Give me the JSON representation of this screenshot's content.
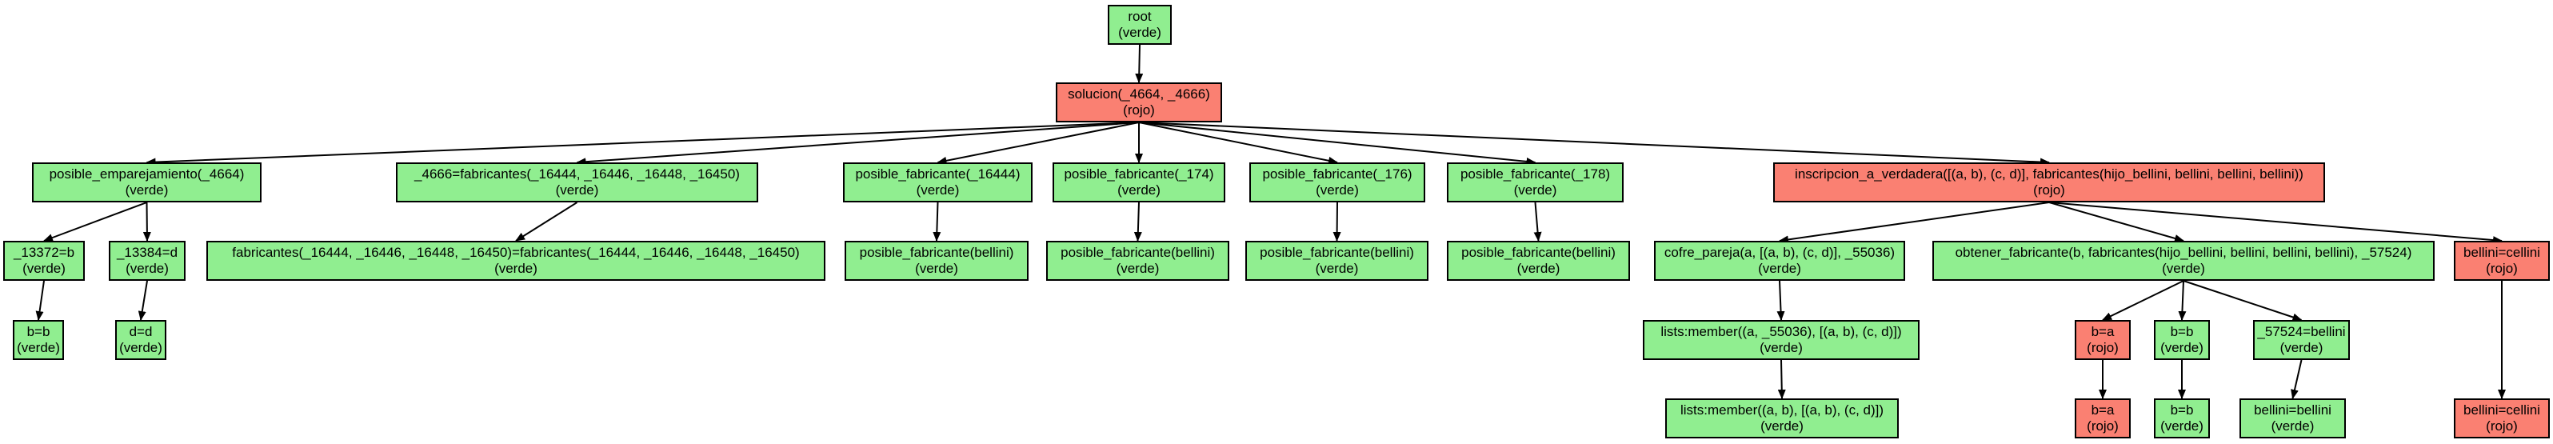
{
  "colors": {
    "verde": "#90EE90",
    "rojo": "#FA8072",
    "edge": "#000000"
  },
  "nodes": {
    "root": {
      "label": "root",
      "status": "(verde)",
      "color": "verde"
    },
    "sol": {
      "label": "solucion(_4664, _4666)",
      "status": "(rojo)",
      "color": "rojo"
    },
    "pe": {
      "label": "posible_emparejamiento(_4664)",
      "status": "(verde)",
      "color": "verde"
    },
    "fab": {
      "label": "_4666=fabricantes(_16444, _16446, _16448, _16450)",
      "status": "(verde)",
      "color": "verde"
    },
    "pf1": {
      "label": "posible_fabricante(_16444)",
      "status": "(verde)",
      "color": "verde"
    },
    "pf2": {
      "label": "posible_fabricante(_174)",
      "status": "(verde)",
      "color": "verde"
    },
    "pf3": {
      "label": "posible_fabricante(_176)",
      "status": "(verde)",
      "color": "verde"
    },
    "pf4": {
      "label": "posible_fabricante(_178)",
      "status": "(verde)",
      "color": "verde"
    },
    "ins": {
      "label": "inscripcion_a_verdadera([(a, b), (c, d)], fabricantes(hijo_bellini, bellini, bellini, bellini))",
      "status": "(rojo)",
      "color": "rojo"
    },
    "u13372": {
      "label": "_13372=b",
      "status": "(verde)",
      "color": "verde"
    },
    "u13384": {
      "label": "_13384=d",
      "status": "(verde)",
      "color": "verde"
    },
    "bb1": {
      "label": "b=b",
      "status": "(verde)",
      "color": "verde"
    },
    "dd": {
      "label": "d=d",
      "status": "(verde)",
      "color": "verde"
    },
    "fabeq": {
      "label": "fabricantes(_16444, _16446, _16448, _16450)=fabricantes(_16444, _16446, _16448, _16450)",
      "status": "(verde)",
      "color": "verde"
    },
    "pfb1": {
      "label": "posible_fabricante(bellini)",
      "status": "(verde)",
      "color": "verde"
    },
    "pfb2": {
      "label": "posible_fabricante(bellini)",
      "status": "(verde)",
      "color": "verde"
    },
    "pfb3": {
      "label": "posible_fabricante(bellini)",
      "status": "(verde)",
      "color": "verde"
    },
    "pfb4": {
      "label": "posible_fabricante(bellini)",
      "status": "(verde)",
      "color": "verde"
    },
    "cofre": {
      "label": "cofre_pareja(a, [(a, b), (c, d)], _55036)",
      "status": "(verde)",
      "color": "verde"
    },
    "obt": {
      "label": "obtener_fabricante(b, fabricantes(hijo_bellini, bellini, bellini, bellini), _57524)",
      "status": "(verde)",
      "color": "verde"
    },
    "bc1": {
      "label": "bellini=cellini",
      "status": "(rojo)",
      "color": "rojo"
    },
    "lm1": {
      "label": "lists:member((a, _55036), [(a, b), (c, d)])",
      "status": "(verde)",
      "color": "verde"
    },
    "lm2": {
      "label": "lists:member((a, b), [(a, b), (c, d)])",
      "status": "(verde)",
      "color": "verde"
    },
    "ba1": {
      "label": "b=a",
      "status": "(rojo)",
      "color": "rojo"
    },
    "bb2": {
      "label": "b=b",
      "status": "(verde)",
      "color": "verde"
    },
    "u57524": {
      "label": "_57524=bellini",
      "status": "(verde)",
      "color": "verde"
    },
    "ba2": {
      "label": "b=a",
      "status": "(rojo)",
      "color": "rojo"
    },
    "bb3": {
      "label": "b=b",
      "status": "(verde)",
      "color": "verde"
    },
    "bellb": {
      "label": "bellini=bellini",
      "status": "(verde)",
      "color": "verde"
    },
    "bc2": {
      "label": "bellini=cellini",
      "status": "(rojo)",
      "color": "rojo"
    }
  },
  "edges": [
    [
      "root",
      "sol"
    ],
    [
      "sol",
      "pe"
    ],
    [
      "sol",
      "fab"
    ],
    [
      "sol",
      "pf1"
    ],
    [
      "sol",
      "pf2"
    ],
    [
      "sol",
      "pf3"
    ],
    [
      "sol",
      "pf4"
    ],
    [
      "sol",
      "ins"
    ],
    [
      "pe",
      "u13372"
    ],
    [
      "pe",
      "u13384"
    ],
    [
      "u13372",
      "bb1"
    ],
    [
      "u13384",
      "dd"
    ],
    [
      "fab",
      "fabeq"
    ],
    [
      "pf1",
      "pfb1"
    ],
    [
      "pf2",
      "pfb2"
    ],
    [
      "pf3",
      "pfb3"
    ],
    [
      "pf4",
      "pfb4"
    ],
    [
      "ins",
      "cofre"
    ],
    [
      "ins",
      "obt"
    ],
    [
      "ins",
      "bc1"
    ],
    [
      "cofre",
      "lm1"
    ],
    [
      "lm1",
      "lm2"
    ],
    [
      "obt",
      "ba1"
    ],
    [
      "obt",
      "bb2"
    ],
    [
      "obt",
      "u57524"
    ],
    [
      "ba1",
      "ba2"
    ],
    [
      "bb2",
      "bb3"
    ],
    [
      "u57524",
      "bellb"
    ],
    [
      "bc1",
      "bc2"
    ]
  ]
}
